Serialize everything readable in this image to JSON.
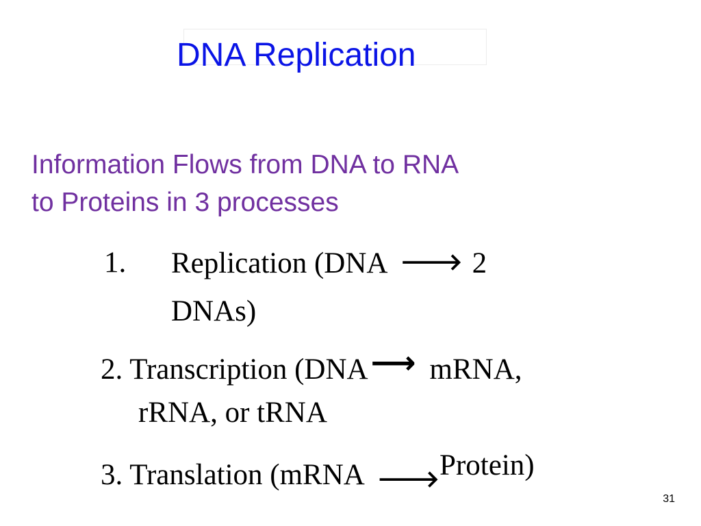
{
  "slide": {
    "title": "DNA Replication",
    "subtitle_line1": "Information Flows from DNA to RNA",
    "subtitle_line2": "to Proteins in 3 processes",
    "items": [
      {
        "number": "1.",
        "text_before_arrow": "Replication (DNA",
        "arrow": "🡒",
        "text_after_arrow": "2",
        "continuation": "DNAs)"
      },
      {
        "text_before_arrow": "2. Transcription (DNA",
        "arrow": "⟶",
        "text_after_arrow": "mRNA,",
        "continuation": "rRNA, or tRNA"
      },
      {
        "text_before_arrow": "3. Translation (mRNA",
        "arrow": "🡒",
        "text_after_arrow": "Protein)"
      }
    ],
    "page_number": "31"
  },
  "colors": {
    "title": "#0a14e6",
    "subtitle": "#7030a0",
    "body_text": "#000000"
  }
}
